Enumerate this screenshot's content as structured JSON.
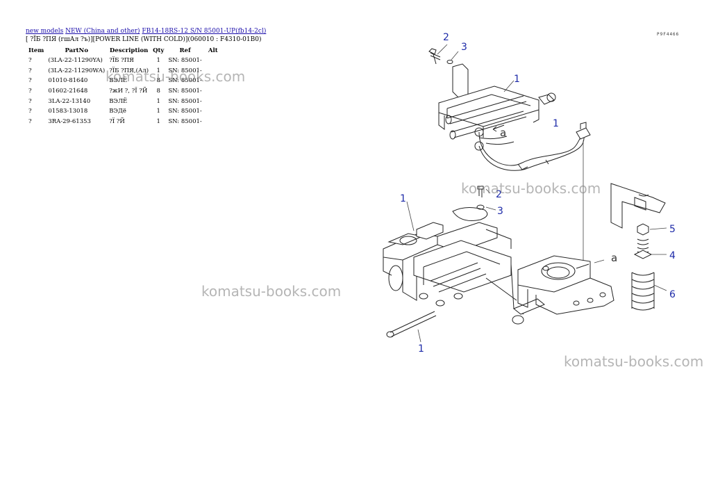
{
  "breadcrumb": {
    "links": [
      {
        "label": "new models"
      },
      {
        "label": "NEW (China and other)"
      },
      {
        "label": "FB14-18RS-12 S/N 85001-UP(fb14-2cl)"
      }
    ]
  },
  "subtitle": "[ ?ЇБ ?ПЯ (гшАл ?ъ)][POWER LINE (WITH COLD)](060010 : F4310-01B0)",
  "table": {
    "headers": [
      "Item",
      "PartNo",
      "Description",
      "Qty",
      "Ref",
      "Alt"
    ],
    "rows": [
      {
        "item": "?",
        "part_no": "(3LA-22-11290YA)",
        "description": "?ЇБ ?ПЯ",
        "qty": "1",
        "ref": "SN: 85001-",
        "alt": ""
      },
      {
        "item": "?",
        "part_no": "(3LA-22-11290WA)",
        "description": "?ЇБ ?ПЯ,(Ал)",
        "qty": "1",
        "ref": "SN: 85001-",
        "alt": ""
      },
      {
        "item": "?",
        "part_no": "01010-81640",
        "description": "ВЭЛЁ",
        "qty": "8",
        "ref": "SN: 85001-",
        "alt": ""
      },
      {
        "item": "?",
        "part_no": "01602-21648",
        "description": "?жИ ?, ?Ї ?Й",
        "qty": "8",
        "ref": "SN: 85001-",
        "alt": ""
      },
      {
        "item": "?",
        "part_no": "3LA-22-13140",
        "description": "ВЭЛЁ",
        "qty": "1",
        "ref": "SN: 85001-",
        "alt": ""
      },
      {
        "item": "?",
        "part_no": "01583-13018",
        "description": "ВЭДё",
        "qty": "1",
        "ref": "SN: 85001-",
        "alt": ""
      },
      {
        "item": "?",
        "part_no": "3RA-29-61353",
        "description": "?Ї ?Й",
        "qty": "1",
        "ref": "SN: 85001-",
        "alt": ""
      }
    ]
  },
  "watermarks": [
    "komatsu-books.com",
    "komatsu-books.com",
    "komatsu-books.com",
    "komatsu-books.com"
  ],
  "figure": {
    "code": "P9F4466",
    "callouts": [
      "2",
      "3",
      "1",
      "1",
      "2",
      "3",
      "1",
      "5",
      "4",
      "6",
      "1"
    ],
    "ref_letters": [
      "a",
      "a"
    ],
    "callout_color": "#1d2aa8"
  }
}
